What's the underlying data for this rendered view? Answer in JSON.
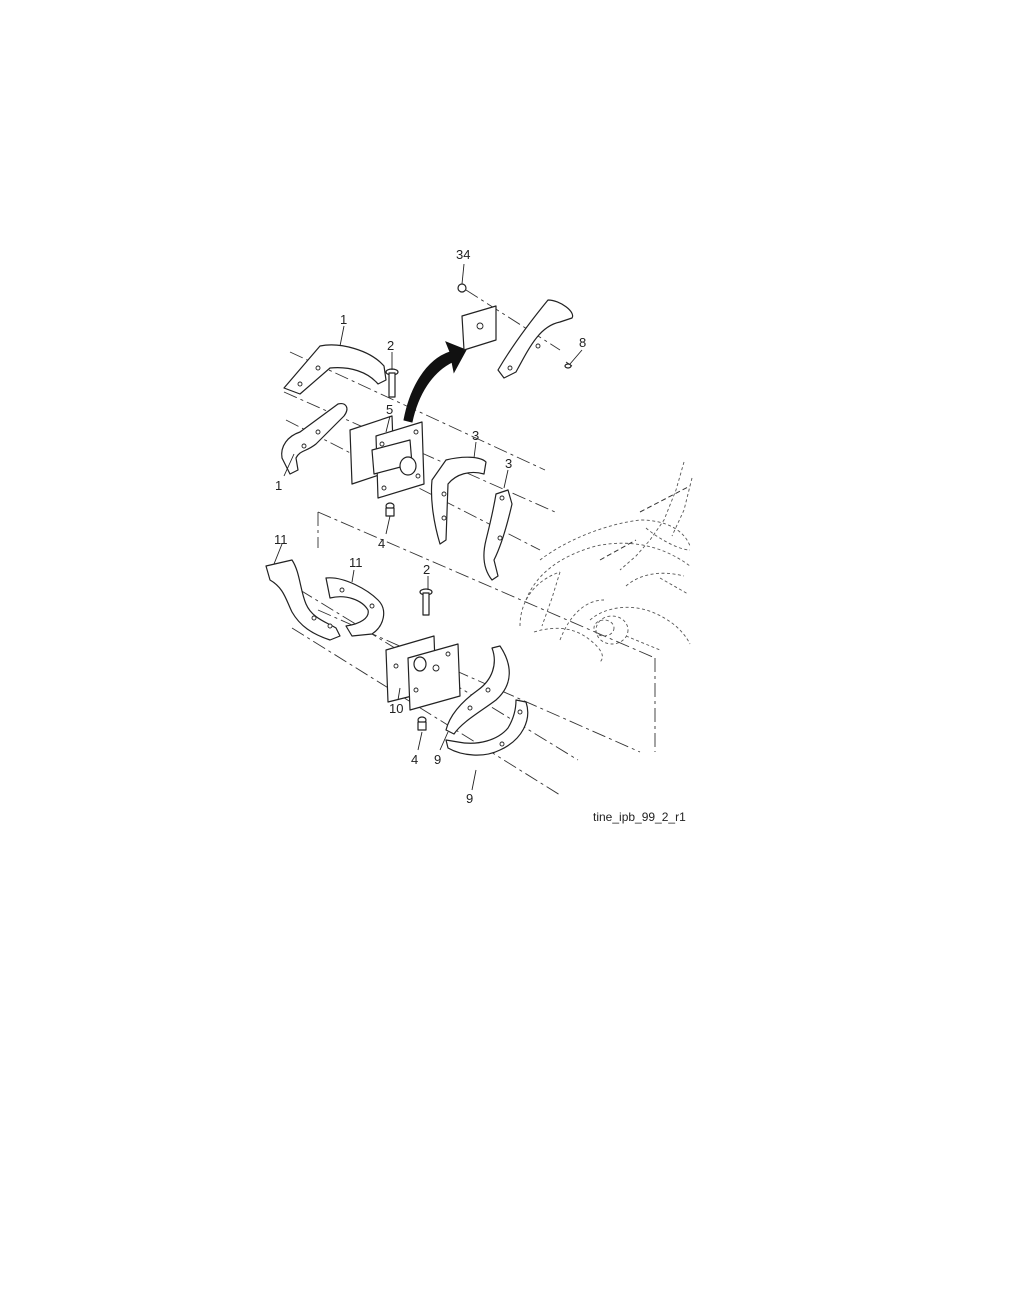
{
  "diagram": {
    "caption": "tine_ipb_99_2_r1",
    "callouts": {
      "c34": "34",
      "c8": "8",
      "c1_top": "1",
      "c2_top": "2",
      "c5": "5",
      "c1_bottom": "1",
      "c3_a": "3",
      "c3_b": "3",
      "c4_top": "4",
      "c11_a": "11",
      "c11_b": "11",
      "c2_bottom": "2",
      "c10": "10",
      "c4_bottom": "4",
      "c9_a": "9",
      "c9_b": "9"
    }
  }
}
